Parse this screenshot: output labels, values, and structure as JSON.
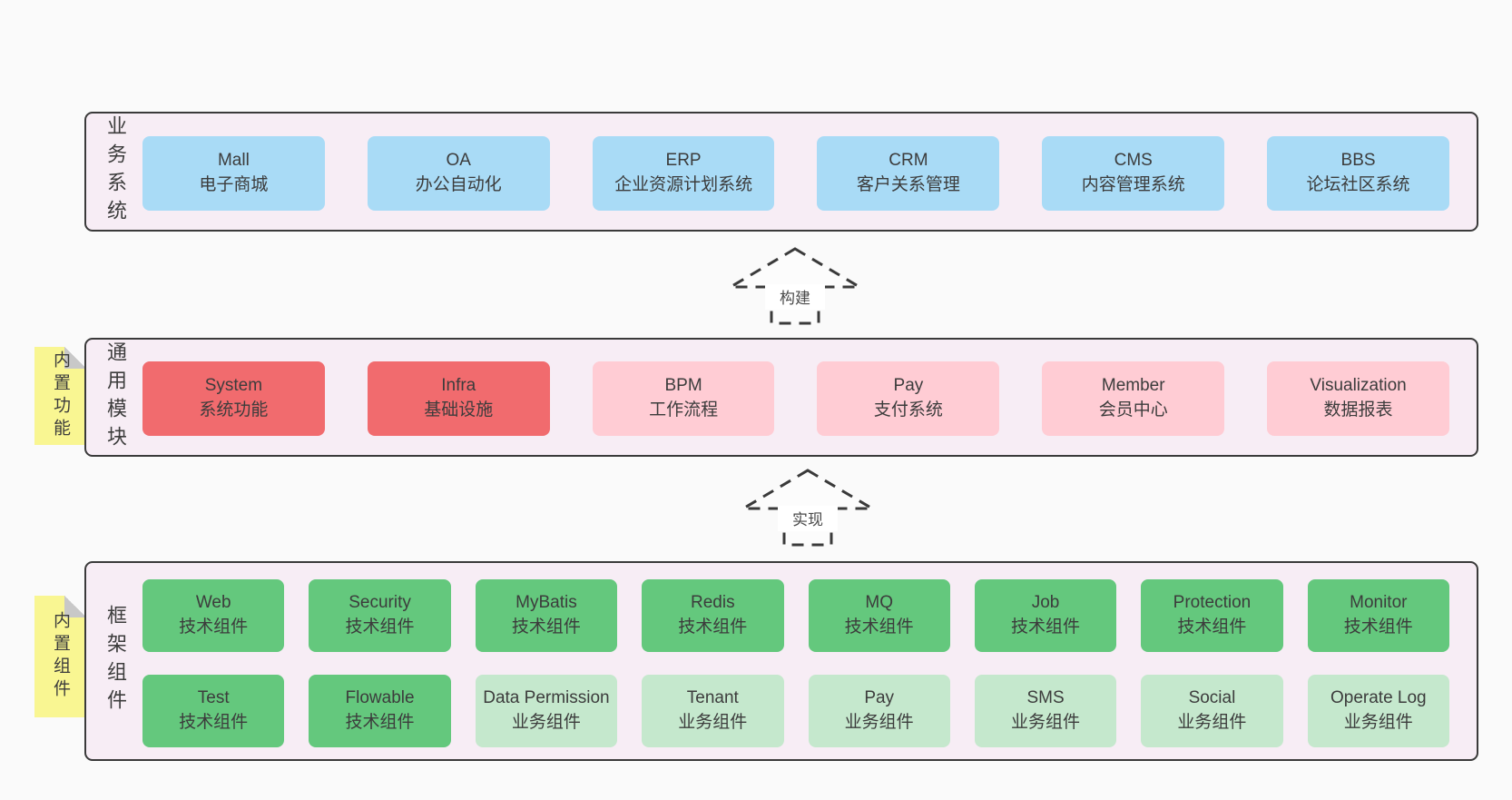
{
  "colors": {
    "canvas_bg": "#fafafa",
    "panel_bg": "#f7edf5",
    "panel_border": "#3a3a3a",
    "blue_box": "#a9dbf6",
    "red_box": "#f16b6e",
    "pink_box": "#ffccd4",
    "green_box": "#64c87d",
    "light_green_box": "#c5e8cd",
    "sticky_yellow": "#f9f692",
    "sticky_fold": "#c8c8c8",
    "text": "#3c3c3c"
  },
  "arrows": {
    "build": "构建",
    "implement": "实现"
  },
  "business": {
    "side_label": "业务系统",
    "boxes": [
      {
        "name": "Mall",
        "subtitle": "电子商城"
      },
      {
        "name": "OA",
        "subtitle": "办公自动化"
      },
      {
        "name": "ERP",
        "subtitle": "企业资源计划系统"
      },
      {
        "name": "CRM",
        "subtitle": "客户关系管理"
      },
      {
        "name": "CMS",
        "subtitle": "内容管理系统"
      },
      {
        "name": "BBS",
        "subtitle": "论坛社区系统"
      }
    ]
  },
  "modules": {
    "side_label": "通用模块",
    "sticky": "内置功能",
    "boxes": [
      {
        "name": "System",
        "subtitle": "系统功能"
      },
      {
        "name": "Infra",
        "subtitle": "基础设施"
      },
      {
        "name": "BPM",
        "subtitle": "工作流程"
      },
      {
        "name": "Pay",
        "subtitle": "支付系统"
      },
      {
        "name": "Member",
        "subtitle": "会员中心"
      },
      {
        "name": "Visualization",
        "subtitle": "数据报表"
      }
    ]
  },
  "framework": {
    "side_label": "框架组件",
    "sticky": "内置组件",
    "row1": [
      {
        "name": "Web",
        "subtitle": "技术组件"
      },
      {
        "name": "Security",
        "subtitle": "技术组件"
      },
      {
        "name": "MyBatis",
        "subtitle": "技术组件"
      },
      {
        "name": "Redis",
        "subtitle": "技术组件"
      },
      {
        "name": "MQ",
        "subtitle": "技术组件"
      },
      {
        "name": "Job",
        "subtitle": "技术组件"
      },
      {
        "name": "Protection",
        "subtitle": "技术组件"
      },
      {
        "name": "Monitor",
        "subtitle": "技术组件"
      }
    ],
    "row2": [
      {
        "name": "Test",
        "subtitle": "技术组件"
      },
      {
        "name": "Flowable",
        "subtitle": "技术组件"
      },
      {
        "name": "Data Permission",
        "subtitle": "业务组件"
      },
      {
        "name": "Tenant",
        "subtitle": "业务组件"
      },
      {
        "name": "Pay",
        "subtitle": "业务组件"
      },
      {
        "name": "SMS",
        "subtitle": "业务组件"
      },
      {
        "name": "Social",
        "subtitle": "业务组件"
      },
      {
        "name": "Operate Log",
        "subtitle": "业务组件"
      }
    ]
  }
}
